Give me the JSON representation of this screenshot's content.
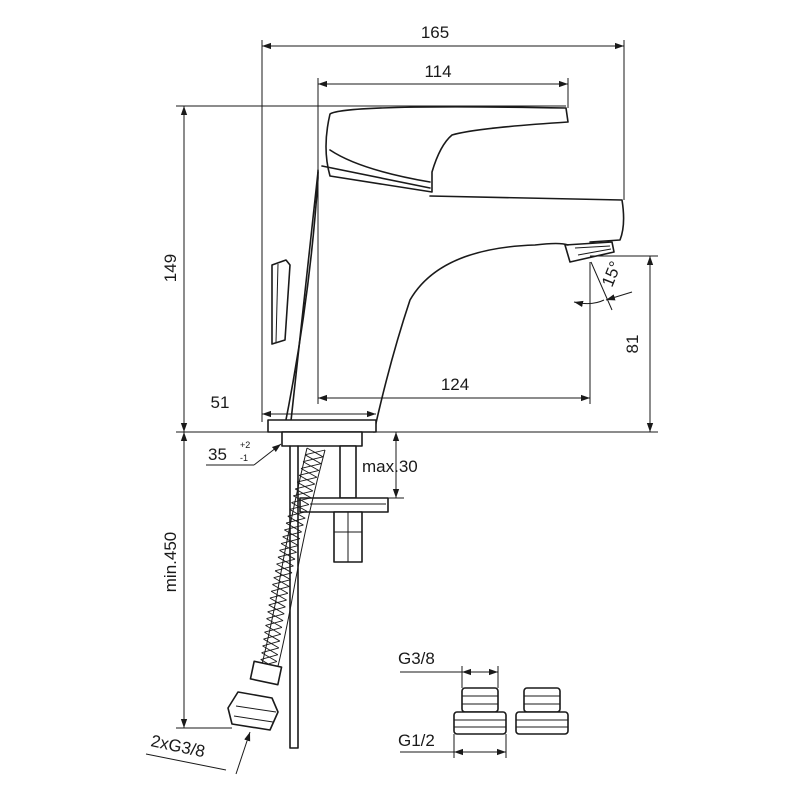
{
  "dimensions": {
    "overall_width": "165",
    "spout_reach_top": "114",
    "overall_height": "149",
    "outlet_height": "81",
    "outlet_angle": "15°",
    "spout_projection": "124",
    "base_offset": "51",
    "hole_diameter": "35",
    "hole_tol_plus": "+2",
    "hole_tol_minus": "-1",
    "deck_thickness": "max.30",
    "hose_length": "min.450",
    "hose_connections": "2xG3/8"
  },
  "adapter_labels": {
    "top_thread": "G3/8",
    "bottom_thread": "G1/2"
  },
  "colors": {
    "line": "#1a1a1a",
    "background": "#ffffff"
  }
}
